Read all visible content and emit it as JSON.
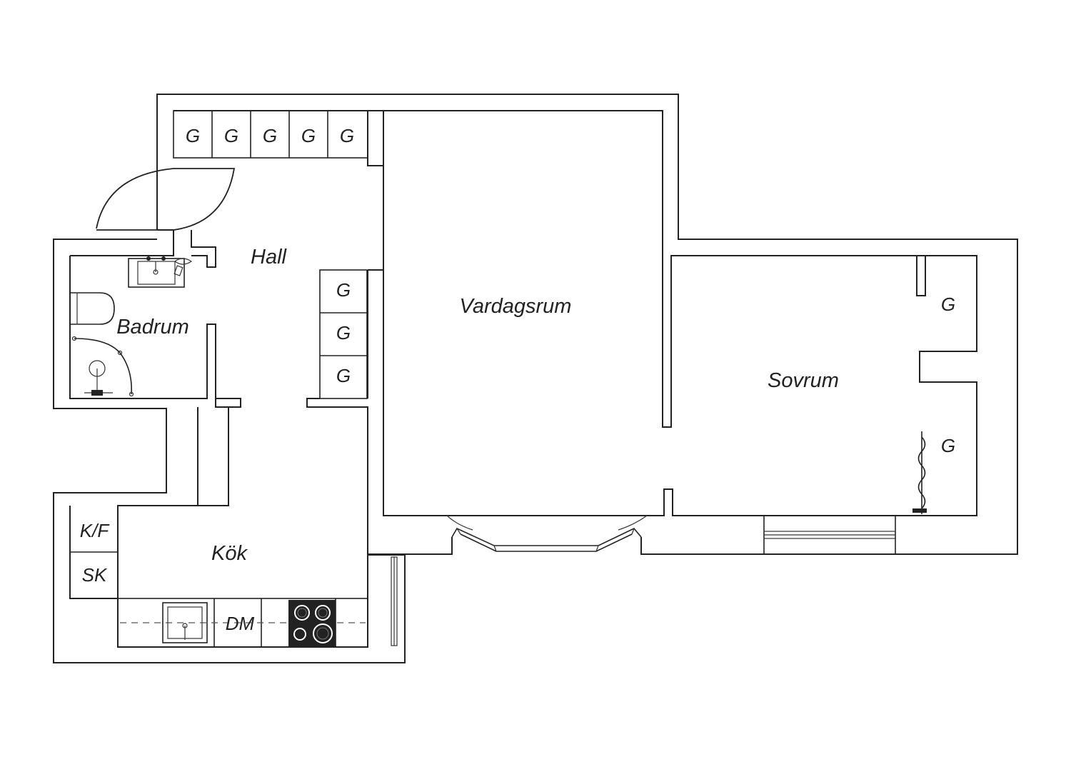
{
  "floorplan": {
    "rooms": {
      "hall": "Hall",
      "badrum": "Badrum",
      "vardagsrum": "Vardagsrum",
      "sovrum": "Sovrum",
      "kok": "Kök"
    },
    "wardrobe_label": "G",
    "fixtures": {
      "fridge_freezer": "K/F",
      "cupboard": "SK",
      "dishwasher": "DM"
    }
  }
}
